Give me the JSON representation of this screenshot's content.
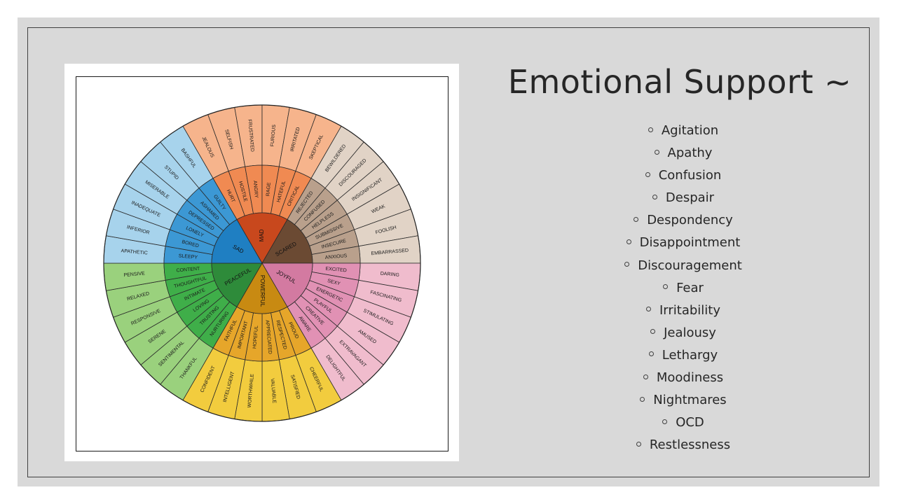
{
  "slide": {
    "title": "Emotional Support ~",
    "bullets": [
      "Agitation",
      "Apathy",
      "Confusion",
      "Despair",
      "Despondency",
      "Disappointment",
      "Discouragement",
      "Fear",
      "Irritability",
      "Jealousy",
      "Lethargy",
      "Moodiness",
      "Nightmares",
      "OCD",
      "Restlessness"
    ]
  },
  "wheel": {
    "core_colors": {
      "MAD": "#c8481d",
      "SCARED": "#6b4a33",
      "JOYFUL": "#d37aa1",
      "POWERFUL": "#c88a12",
      "PEACEFUL": "#2e8b3a",
      "SAD": "#1f7fc2"
    },
    "families": [
      {
        "core": "MAD",
        "mid_color": "#f08a52",
        "outer_color": "#f6b48c",
        "middle": [
          "HURT",
          "HOSTILE",
          "ANGRY",
          "RAGE",
          "HATEFUL",
          "CRITICAL"
        ],
        "outer": [
          "JEALOUS",
          "SELFISH",
          "FRUSTRATED",
          "FURIOUS",
          "IRRITATED",
          "SKEPTICAL"
        ]
      },
      {
        "core": "SCARED",
        "mid_color": "#b9a08c",
        "outer_color": "#e1d3c6",
        "middle": [
          "REJECTED",
          "CONFUSED",
          "HELPLESS",
          "SUBMISSIVE",
          "INSECURE",
          "ANXIOUS"
        ],
        "outer": [
          "BEWILDERED",
          "DISCOURAGED",
          "INSIGNIFICANT",
          "WEAK",
          "FOOLISH",
          "EMBARRASSED"
        ]
      },
      {
        "core": "JOYFUL",
        "mid_color": "#e191b4",
        "outer_color": "#f0bccd",
        "middle": [
          "EXCITED",
          "SEXY",
          "ENERGETIC",
          "PLAYFUL",
          "CREATIVE",
          "AWARE"
        ],
        "outer": [
          "DARING",
          "FASCINATING",
          "STIMULATING",
          "AMUSED",
          "EXTRAVAGANT",
          "DELIGHTFUL"
        ]
      },
      {
        "core": "POWERFUL",
        "mid_color": "#e6a62a",
        "outer_color": "#f2cc3e",
        "middle": [
          "PROUD",
          "RESPECTED",
          "APPRECIATED",
          "HOPEFUL",
          "IMPORTANT",
          "FAITHFUL"
        ],
        "outer": [
          "CHEERFUL",
          "SATISFIED",
          "VALUABLE",
          "WORTHWHILE",
          "INTELLIGENT",
          "CONFIDENT"
        ]
      },
      {
        "core": "PEACEFUL",
        "mid_color": "#3fae49",
        "outer_color": "#9ad17d",
        "middle": [
          "NURTURING",
          "TRUSTING",
          "LOVING",
          "INTIMATE",
          "THOUGHTFUL",
          "CONTENT"
        ],
        "outer": [
          "THANKFUL",
          "SENTIMENTAL",
          "SERENE",
          "RESPONSIVE",
          "RELAXED",
          "PENSIVE"
        ]
      },
      {
        "core": "SAD",
        "mid_color": "#3c98d4",
        "outer_color": "#a7d3ec",
        "middle": [
          "SLEEPY",
          "BORED",
          "LONELY",
          "DEPRESSED",
          "ASHAMED",
          "GUILTY"
        ],
        "outer": [
          "APATHETIC",
          "INFERIOR",
          "INADEQUATE",
          "MISERABLE",
          "STUPID",
          "BASHFUL"
        ]
      }
    ]
  }
}
